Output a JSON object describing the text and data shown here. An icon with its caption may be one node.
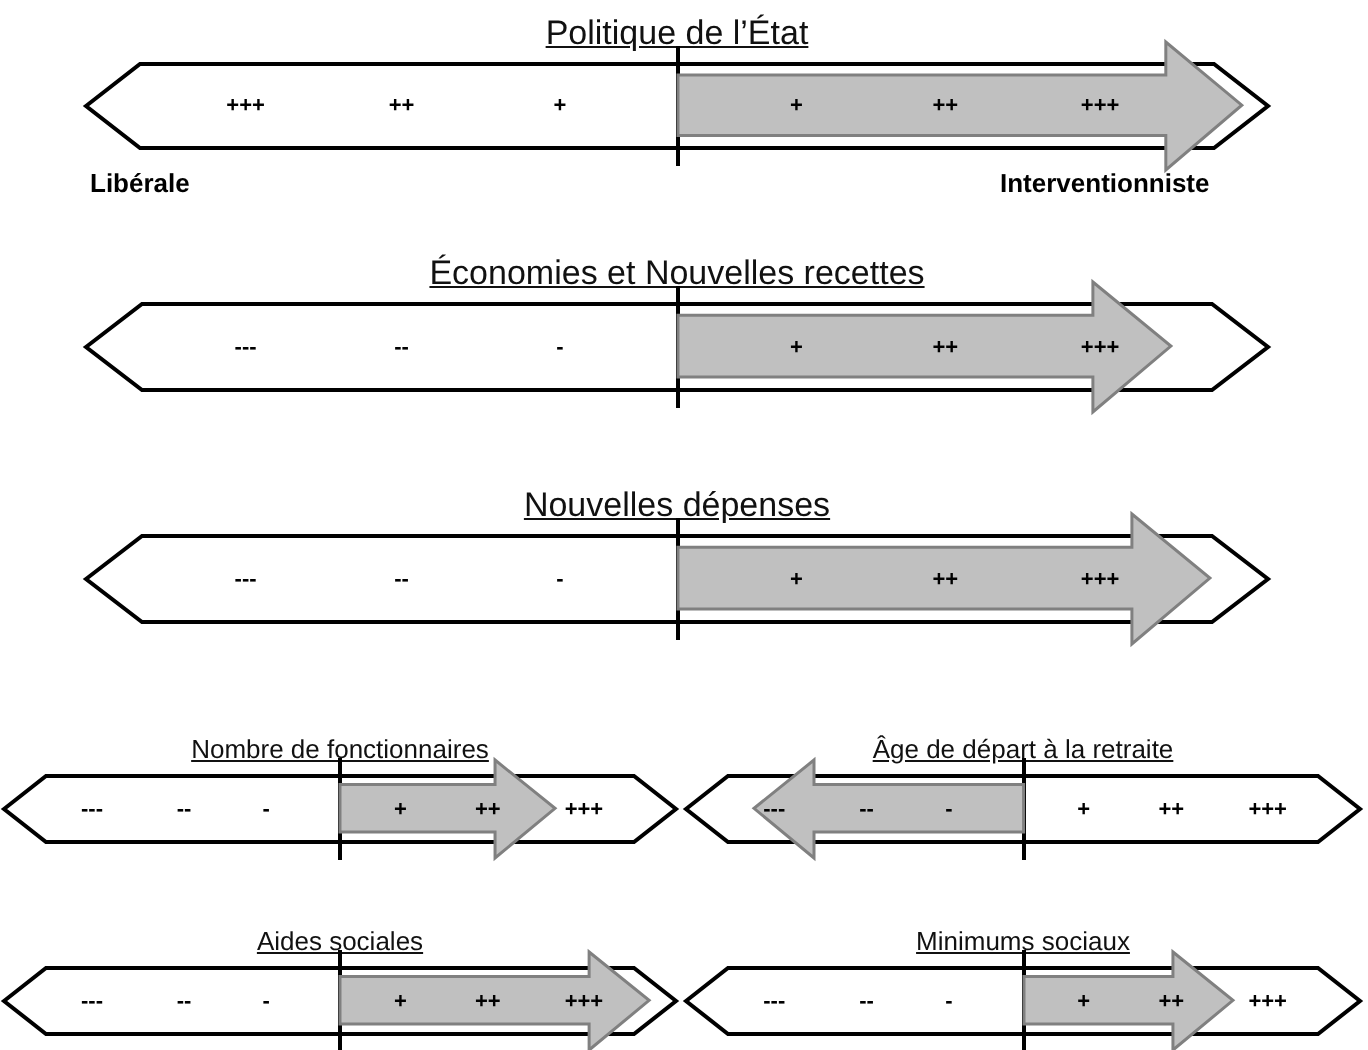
{
  "diagram": {
    "nodes": [
      {
        "text": [
          "Politique de l’État",
          "+++",
          "++",
          "+"
        ]
      },
      {
        "text": [
          "+",
          "++",
          "+++"
        ]
      },
      {
        "text": [
          "Économies et Nouvelles recettes",
          "---",
          "--",
          "-"
        ]
      },
      {
        "text": [
          "+",
          "++",
          "+++"
        ]
      },
      {
        "text": [
          "Nouvelles dépenses",
          "---",
          "--",
          "-"
        ]
      },
      {
        "text": [
          "+",
          "++",
          "+++"
        ]
      },
      {
        "text": [
          "Nombre de fonctionnaires",
          "---",
          "--",
          "-",
          "+++"
        ]
      },
      {
        "text": [
          "+",
          "++"
        ]
      },
      {
        "text": [
          "Âge de départ à la retraite",
          "+",
          "++",
          "+++"
        ]
      },
      {
        "text": [
          "---",
          "--",
          "-"
        ]
      },
      {
        "text": [
          "Aides sociales",
          "---",
          "--",
          "-"
        ]
      },
      {
        "text": [
          "+",
          "++",
          "+++"
        ]
      },
      {
        "text": [
          "Minimums sociaux",
          "---",
          "--",
          "-",
          "+++"
        ]
      },
      {
        "text": [
          "+",
          "++"
        ]
      }
    ],
    "labels": [
      "Libérale",
      "Interventionniste"
    ]
  }
}
